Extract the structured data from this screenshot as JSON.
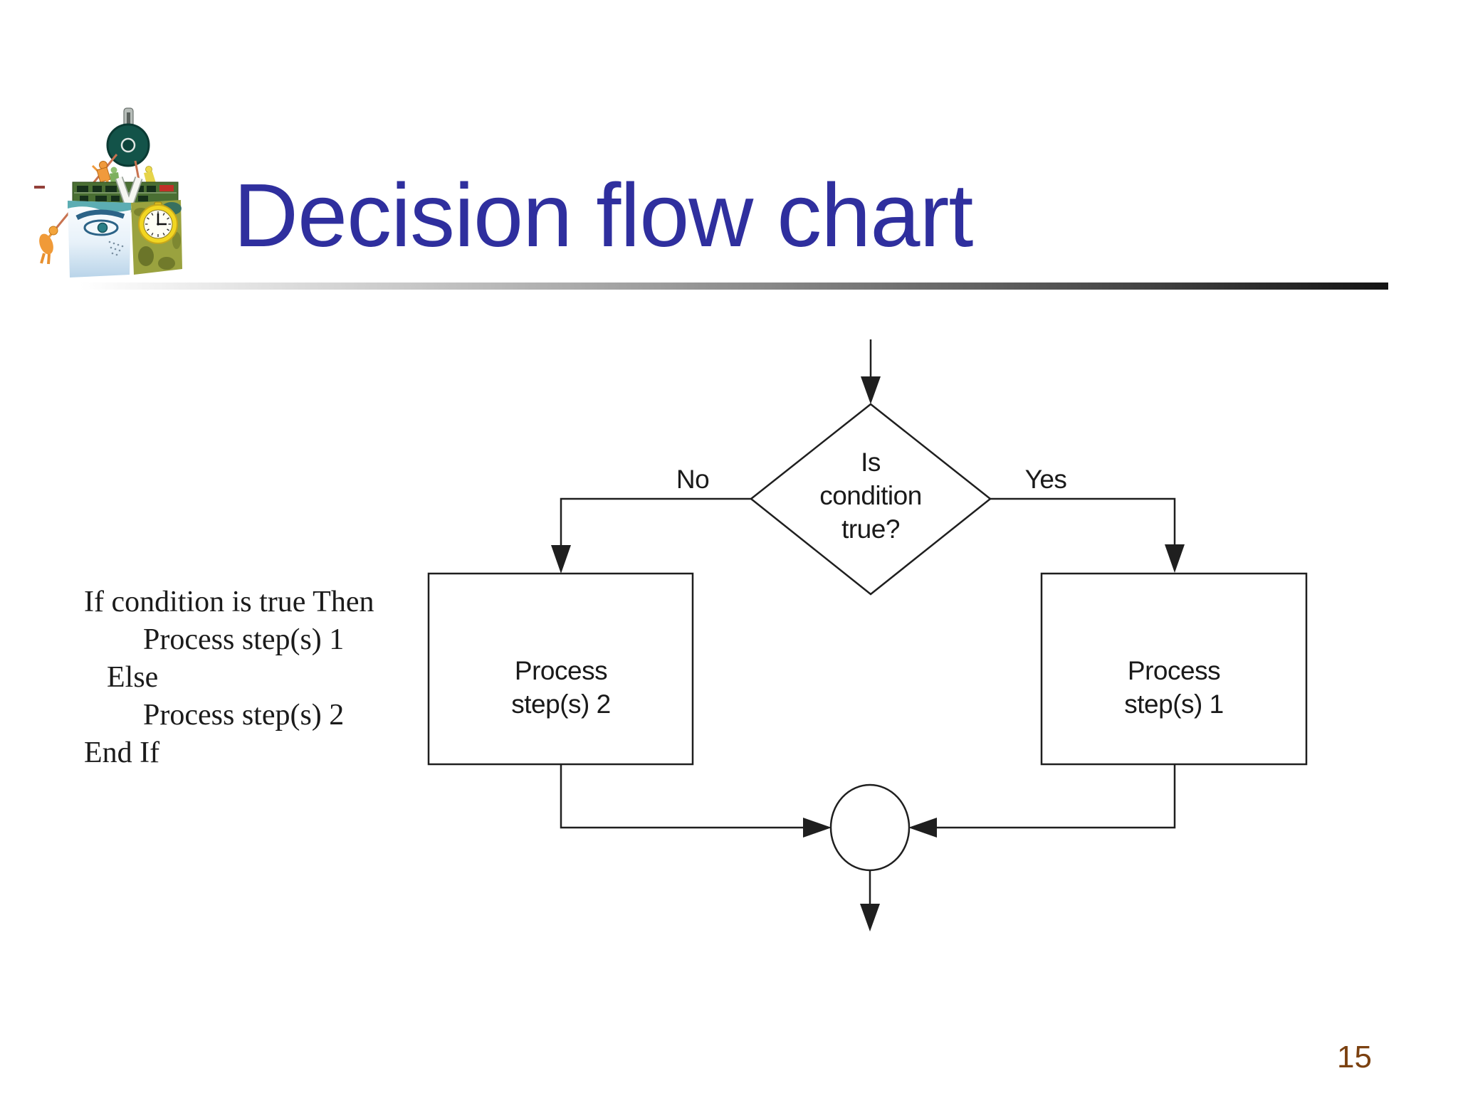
{
  "slide": {
    "title": "Decision flow chart",
    "page_number": "15",
    "background": "#ffffff"
  },
  "colors": {
    "title": "#2F2F9E",
    "rule_gradient_start": "#FFFFFF",
    "rule_gradient_end": "#141414",
    "diagram_line": "#1F1F1F",
    "diagram_text": "#1A1A1A",
    "pseudocode_text": "#1B1B1B",
    "page_number": "#7B4110"
  },
  "pseudocode": {
    "lines": [
      "If condition is true Then",
      "Process step(s) 1",
      "Else",
      "Process step(s) 2",
      "End If"
    ]
  },
  "flowchart": {
    "decision": {
      "line1": "Is",
      "line2": "condition",
      "line3": "true?"
    },
    "branch_no_label": "No",
    "branch_yes_label": "Yes",
    "process_no_box": {
      "line1": "Process",
      "line2": "step(s) 2"
    },
    "process_yes_box": {
      "line1": "Process",
      "line2": "step(s) 1"
    }
  },
  "collage_icons": [
    "pulley-icon",
    "rope",
    "climbing-figure-icon",
    "helper-figures",
    "circuit-board-icon",
    "check-v-icon",
    "eye-icon",
    "stopwatch-clock-icon"
  ]
}
